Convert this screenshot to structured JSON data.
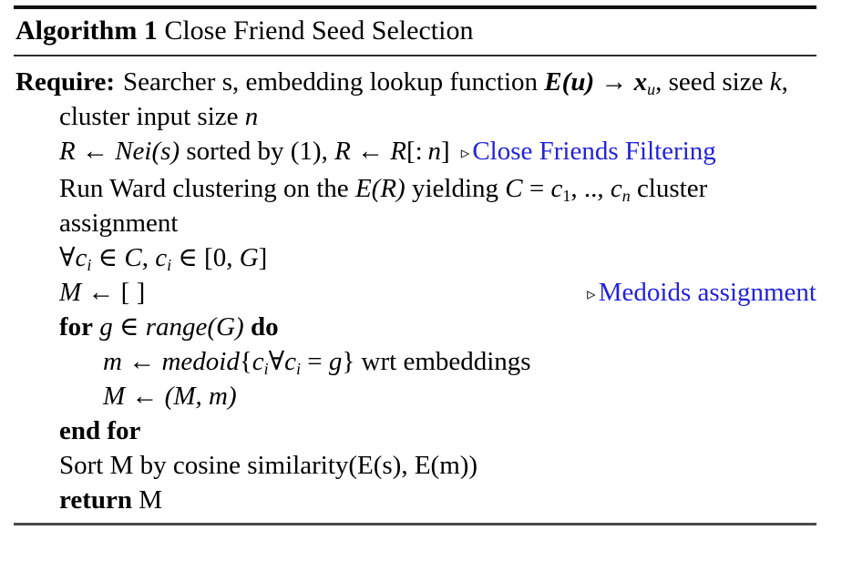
{
  "document": {
    "kind": "algorithm-pseudocode-block",
    "accent_color": "#2222dd",
    "text_color": "#000000",
    "background_color": "#ffffff"
  },
  "header": {
    "keyword": "Algorithm",
    "number": "1",
    "title": "Close Friend Seed Selection"
  },
  "body": {
    "require_label": "Require:",
    "require_text_1": "Searcher s, embedding lookup function ",
    "require_math_E": "E",
    "require_math_paren_open": "(",
    "require_math_u": "u",
    "require_math_paren_close": ")",
    "require_arrow": "→",
    "require_math_x": "x",
    "require_math_xsub": "u",
    "require_text_2": ", seed size ",
    "require_math_k": "k",
    "require_text_3": ", cluster input size ",
    "require_math_n": "n",
    "line_r": {
      "R1": "R",
      "arrow": "←",
      "Nei": "Nei",
      "paren_open": "(",
      "s": "s",
      "paren_close": ")",
      "sorted_by": " sorted by (1), ",
      "R2": "R",
      "arrow2": "←",
      "R3": "R",
      "slice_open": "[: ",
      "n": "n",
      "slice_close": "]",
      "comment_marker": "▹",
      "comment": "Close Friends Filtering"
    },
    "line_ward": {
      "text_1": "Run Ward clustering on the ",
      "E": "E",
      "paren_open": "(",
      "R": "R",
      "paren_close": ")",
      "text_2": " yielding ",
      "C": "C",
      "eq": " = ",
      "c1": "c",
      "c1sub": "1",
      "dots": ", .., ",
      "cn": "c",
      "cnsub": "n",
      "text_3": " cluster assignment"
    },
    "line_forall": {
      "forall": "∀",
      "c1": "c",
      "c1sub": "i",
      "in1": " ∈ ",
      "C": "C",
      "comma": ", ",
      "c2": "c",
      "c2sub": "i",
      "in2": " ∈ ",
      "range": "[0, ",
      "G": "G",
      "range_close": "]"
    },
    "line_m_init": {
      "M": "M",
      "arrow": "←",
      "empty": "[ ]",
      "comment_marker": "▹",
      "comment": "Medoids assignment"
    },
    "line_for": {
      "for": "for",
      "g": "g",
      "in": " ∈ ",
      "range": "range",
      "paren_open": "(",
      "G": "G",
      "paren_close": ")",
      "do": "do"
    },
    "line_medoid": {
      "m": "m",
      "arrow": "←",
      "medoid": "medoid",
      "brace_open": "{",
      "c1": "c",
      "c1sub": "i",
      "forall": "∀",
      "c2": "c",
      "c2sub": "i",
      "eq": " = ",
      "g": "g",
      "brace_close": "}",
      "tail": " wrt embeddings"
    },
    "line_m_append": {
      "M1": "M",
      "arrow": "←",
      "paren_open": "(",
      "M2": "M",
      "comma": ", ",
      "m": "m",
      "paren_close": ")"
    },
    "line_end_for": {
      "end": "end",
      "for": "for"
    },
    "line_sort": "Sort M by cosine similarity(E(s), E(m))",
    "line_return": {
      "return": "return",
      "value": "M"
    }
  }
}
